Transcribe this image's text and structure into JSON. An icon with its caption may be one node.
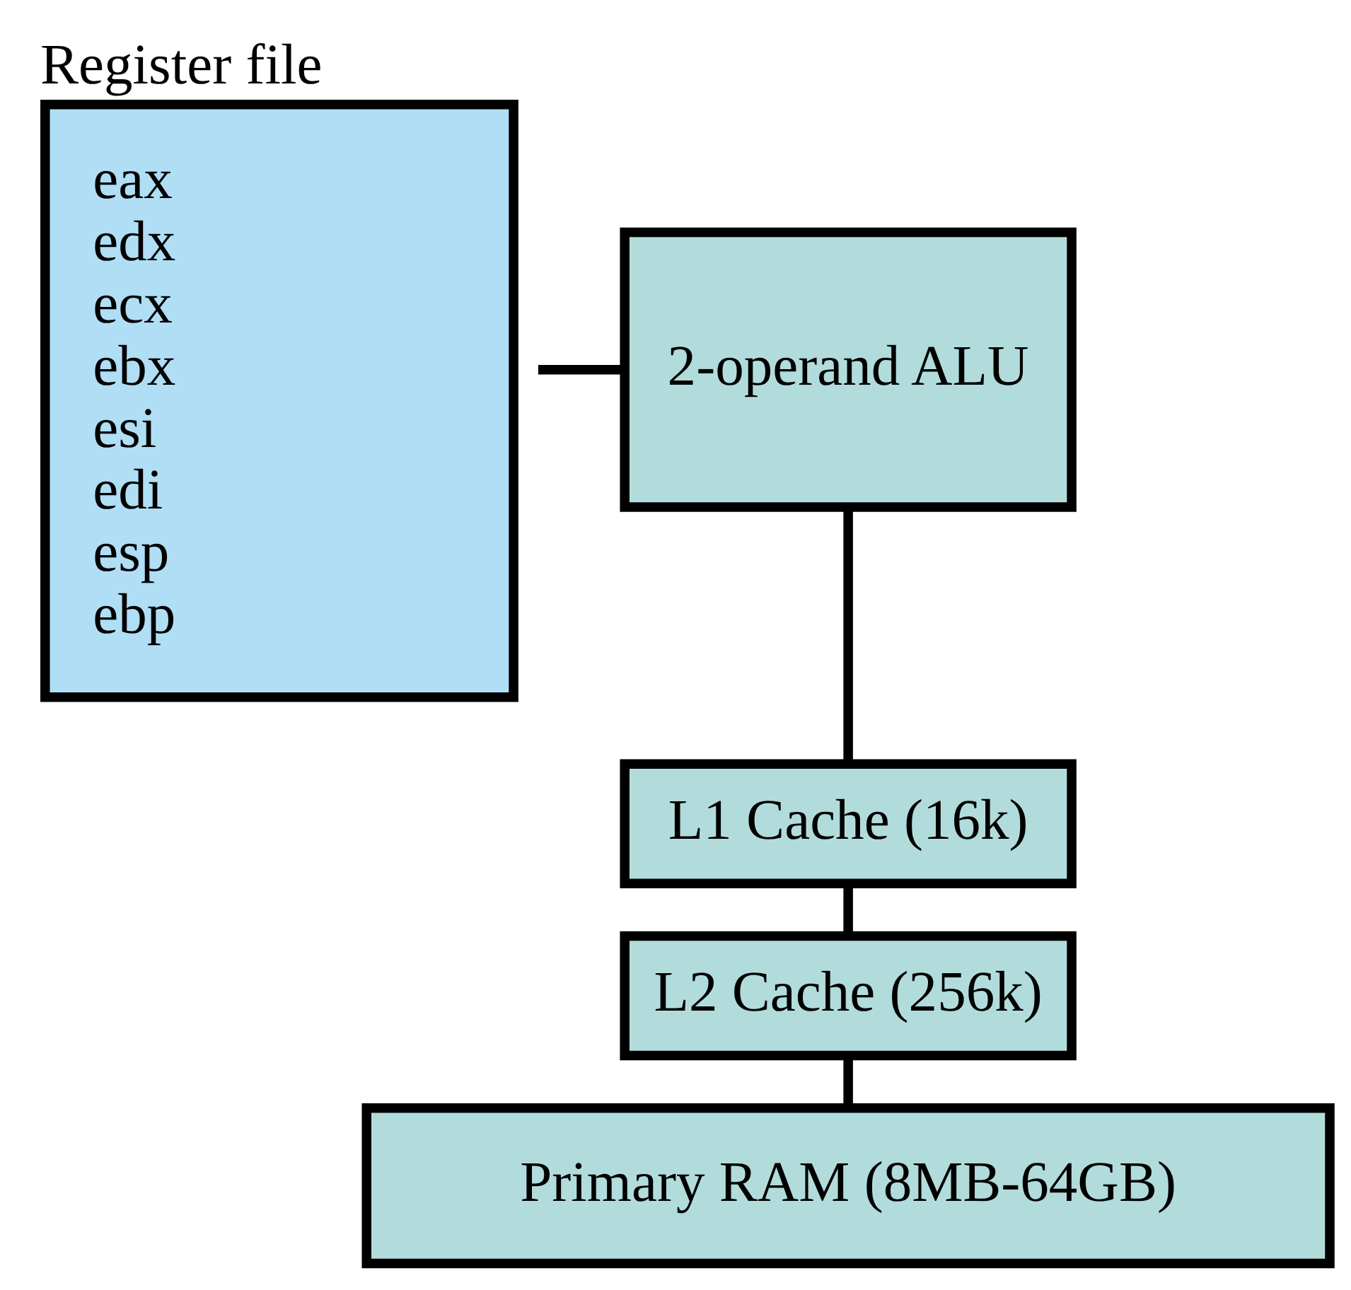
{
  "diagram": {
    "nodes": [
      {
        "text": [
          "Register file",
          "eax",
          "edx",
          "ecx",
          "ebx",
          "esi",
          "edi",
          "esp",
          "ebp"
        ]
      },
      {
        "text": [
          "2-operand ALU"
        ]
      },
      {
        "text": [
          "L1 Cache (16k)"
        ]
      },
      {
        "text": [
          "L2 Cache (256k)"
        ]
      },
      {
        "text": [
          "Primary RAM (8MB-64GB)"
        ]
      }
    ],
    "edges": [
      {
        "from": 0,
        "to": 1,
        "arrow": "none"
      },
      {
        "from": 1,
        "to": 2,
        "arrow": "none"
      },
      {
        "from": 2,
        "to": 3,
        "arrow": "none"
      },
      {
        "from": 3,
        "to": 4,
        "arrow": "none"
      }
    ]
  }
}
